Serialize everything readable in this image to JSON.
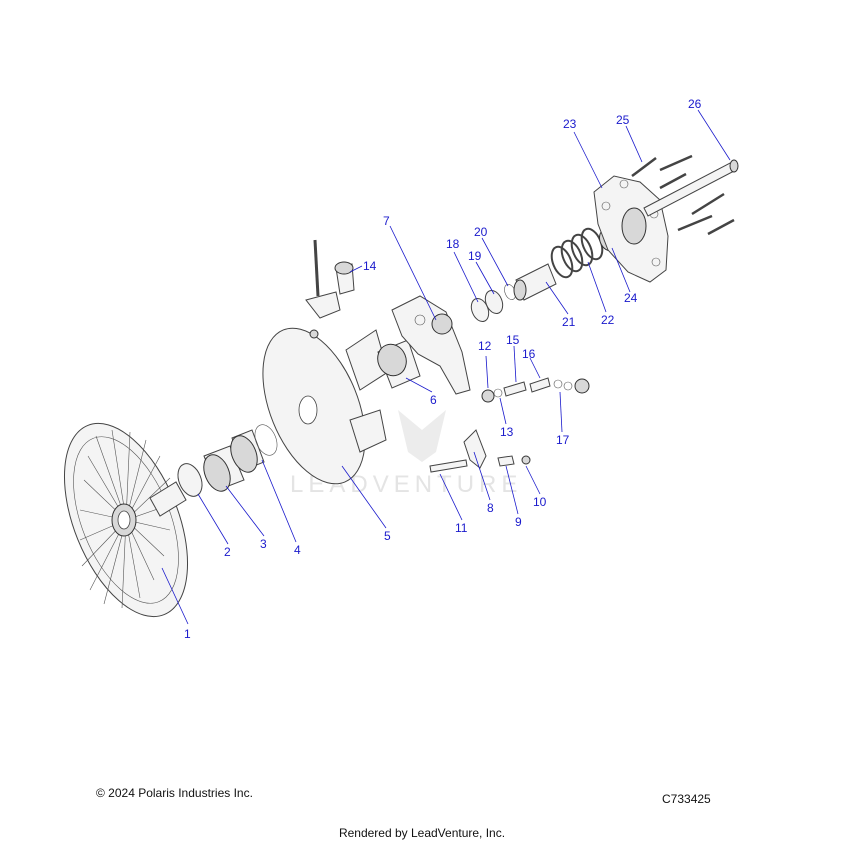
{
  "watermark": {
    "text": "LEADVENTURE"
  },
  "callouts": [
    {
      "id": "1",
      "label": "1"
    },
    {
      "id": "2",
      "label": "2"
    },
    {
      "id": "3",
      "label": "3"
    },
    {
      "id": "4",
      "label": "4"
    },
    {
      "id": "5",
      "label": "5"
    },
    {
      "id": "6",
      "label": "6"
    },
    {
      "id": "7",
      "label": "7"
    },
    {
      "id": "8",
      "label": "8"
    },
    {
      "id": "9",
      "label": "9"
    },
    {
      "id": "10",
      "label": "10"
    },
    {
      "id": "11",
      "label": "11"
    },
    {
      "id": "12",
      "label": "12"
    },
    {
      "id": "13",
      "label": "13"
    },
    {
      "id": "14",
      "label": "14"
    },
    {
      "id": "15",
      "label": "15"
    },
    {
      "id": "16",
      "label": "16"
    },
    {
      "id": "17",
      "label": "17"
    },
    {
      "id": "18",
      "label": "18"
    },
    {
      "id": "19",
      "label": "19"
    },
    {
      "id": "20",
      "label": "20"
    },
    {
      "id": "21",
      "label": "21"
    },
    {
      "id": "22",
      "label": "22"
    },
    {
      "id": "23",
      "label": "23"
    },
    {
      "id": "24",
      "label": "24"
    },
    {
      "id": "25",
      "label": "25"
    },
    {
      "id": "26",
      "label": "26"
    }
  ],
  "footer": {
    "copyright": "© 2024 Polaris Industries Inc.",
    "drawing_id": "C733425",
    "rendered_by": "Rendered by LeadVenture, Inc."
  },
  "colors": {
    "callout": "#1a1acc",
    "line": "#444444"
  }
}
